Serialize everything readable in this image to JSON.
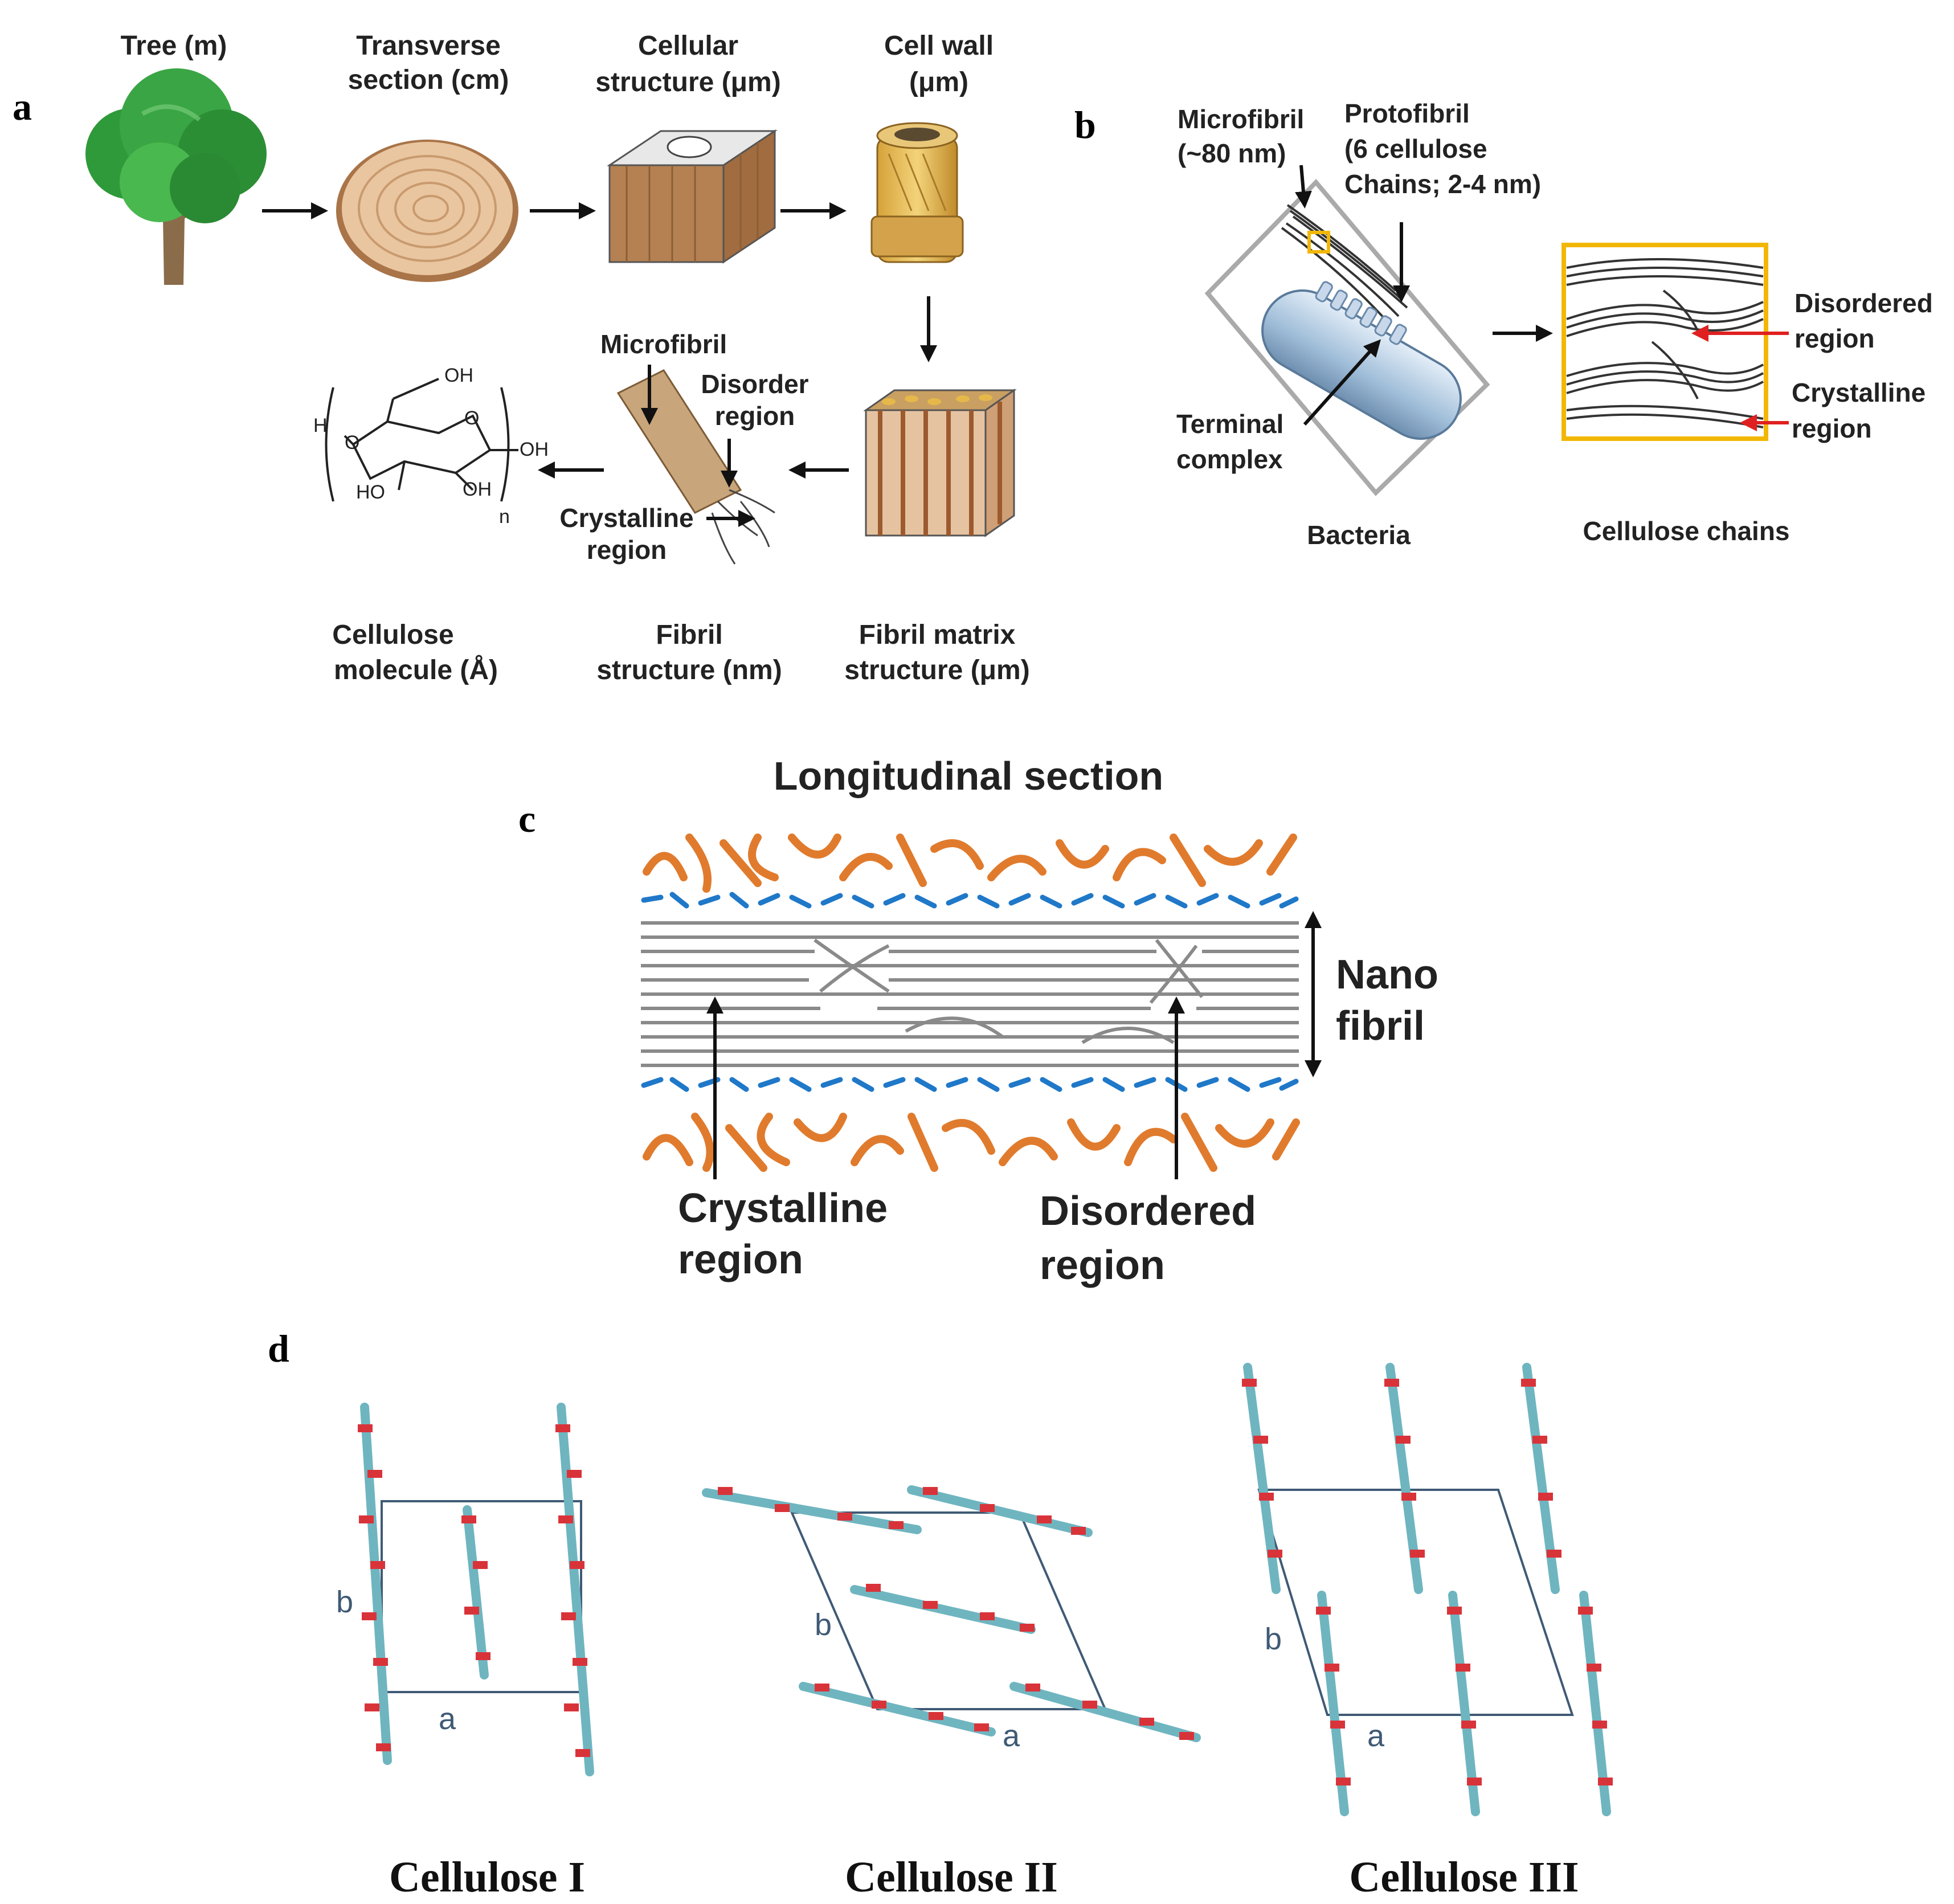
{
  "panels": {
    "a": "a",
    "b": "b",
    "c": "c",
    "d": "d"
  },
  "panel_a": {
    "tree": "Tree (m)",
    "transverse": [
      "Transverse",
      "section (cm)"
    ],
    "cellular": [
      "Cellular",
      "structure (μm)"
    ],
    "cellwall": [
      "Cell wall",
      "(μm)"
    ],
    "microfibril": "Microfibril",
    "disorder": [
      "Disorder",
      "region"
    ],
    "crystalline": [
      "Crystalline",
      "region"
    ],
    "molecule": [
      "Cellulose",
      "molecule (Å)"
    ],
    "fibril": [
      "Fibril",
      "structure (nm)"
    ],
    "matrix": [
      "Fibril matrix",
      "structure (μm)"
    ],
    "chem": {
      "oh1": "OH",
      "oh2": "OH",
      "oh3": "OH",
      "ho": "HO",
      "h": "H",
      "o1": "O",
      "o2": "O",
      "n": "n"
    }
  },
  "panel_b": {
    "microfibril": [
      "Microfibril",
      "(~80 nm)"
    ],
    "protofibril": [
      "Protofibril",
      "(6 cellulose",
      "Chains; 2-4 nm)"
    ],
    "terminal": [
      "Terminal",
      "complex"
    ],
    "bacteria": "Bacteria",
    "chains": "Cellulose chains",
    "disordered": [
      "Disordered",
      "region"
    ],
    "crystalline": [
      "Crystalline",
      "region"
    ]
  },
  "panel_c": {
    "title": "Longitudinal section",
    "nano": [
      "Nano",
      "fibril"
    ],
    "crystalline": [
      "Crystalline",
      "region"
    ],
    "disordered": [
      "Disordered",
      "region"
    ]
  },
  "panel_d": {
    "axes": {
      "b1": "b",
      "a1": "a",
      "b2": "b",
      "a2": "a",
      "b3": "b",
      "a3": "a"
    },
    "labels": [
      "Cellulose I",
      "Cellulose II",
      "Cellulose III"
    ]
  },
  "colors": {
    "lignin": "#e07b2d",
    "hemicellulose": "#1f78c8",
    "cellulose": "#8a8a8a",
    "carbon": "#6fb5c0",
    "oxygen": "#d9333a",
    "highlight": "#f2b705",
    "arrow_red": "#e02020"
  }
}
